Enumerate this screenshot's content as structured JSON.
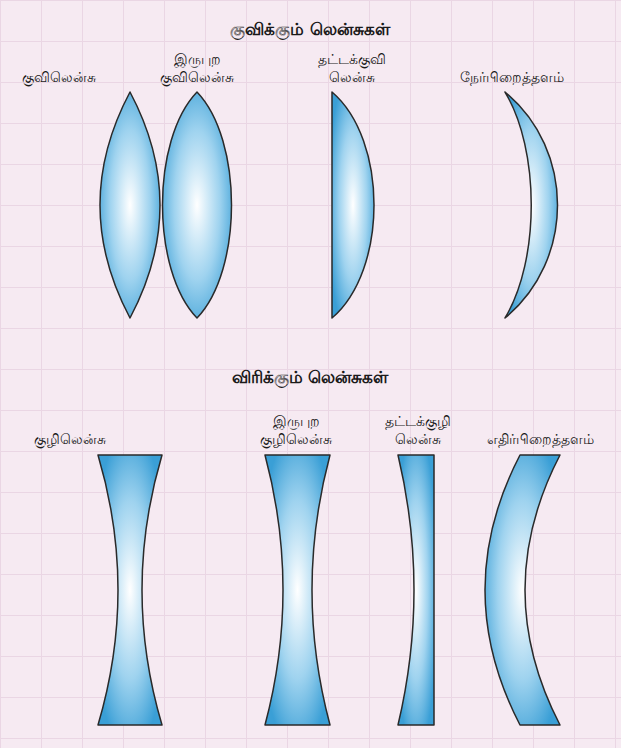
{
  "diagram": {
    "labels": [
      "குவிக்கும் லென்சுகள்",
      "குவிலென்சு",
      "இருபுற குவிலென்சு",
      "தட்டக்குவி லென்சு",
      "நேர்பிறைத்தளம்",
      "விரிக்கும் லென்சுகள்",
      "குழிலென்சு",
      "இருபுற குழிலென்சு",
      "தட்டக்குழி லென்சு",
      "எதிர்பிறைத்தளம்"
    ]
  }
}
